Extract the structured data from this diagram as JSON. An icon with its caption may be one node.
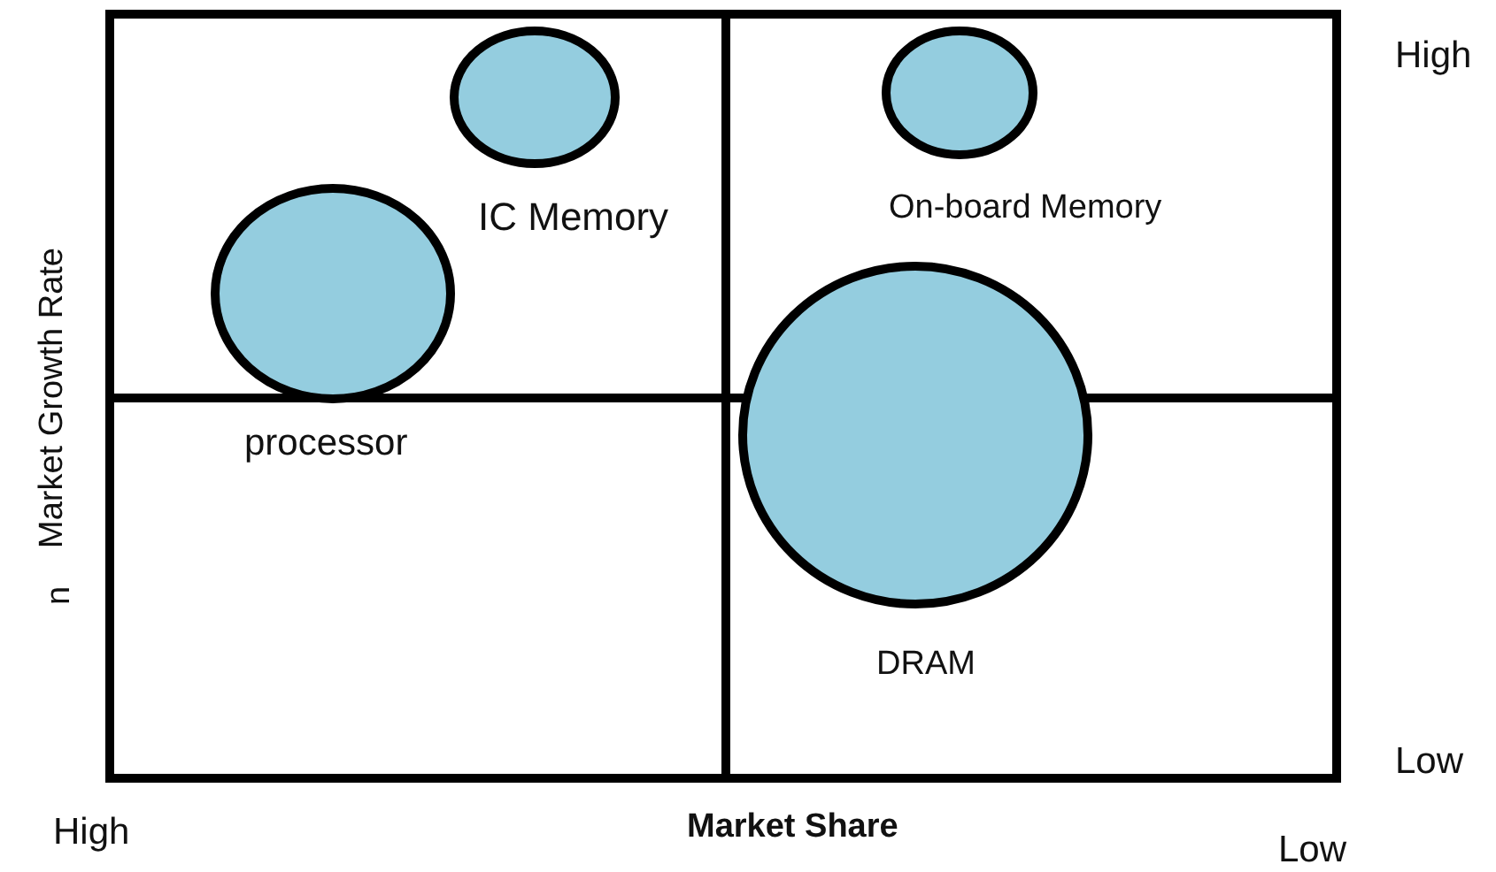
{
  "diagram": {
    "nodes": [
      {
        "text": [],
        "shape": "circle",
        "beside": [
          "IC Memory"
        ]
      },
      {
        "text": [],
        "shape": "circle",
        "beside": [
          "processor"
        ]
      },
      {
        "text": [],
        "shape": "circle",
        "beside": [
          "On-board Memory"
        ]
      },
      {
        "text": [],
        "shape": "circle",
        "beside": [
          "DRAM"
        ]
      }
    ],
    "labels": [
      "High",
      "Market Growth Rate",
      "n",
      "Low",
      "High",
      "Market Share",
      "Low"
    ]
  }
}
